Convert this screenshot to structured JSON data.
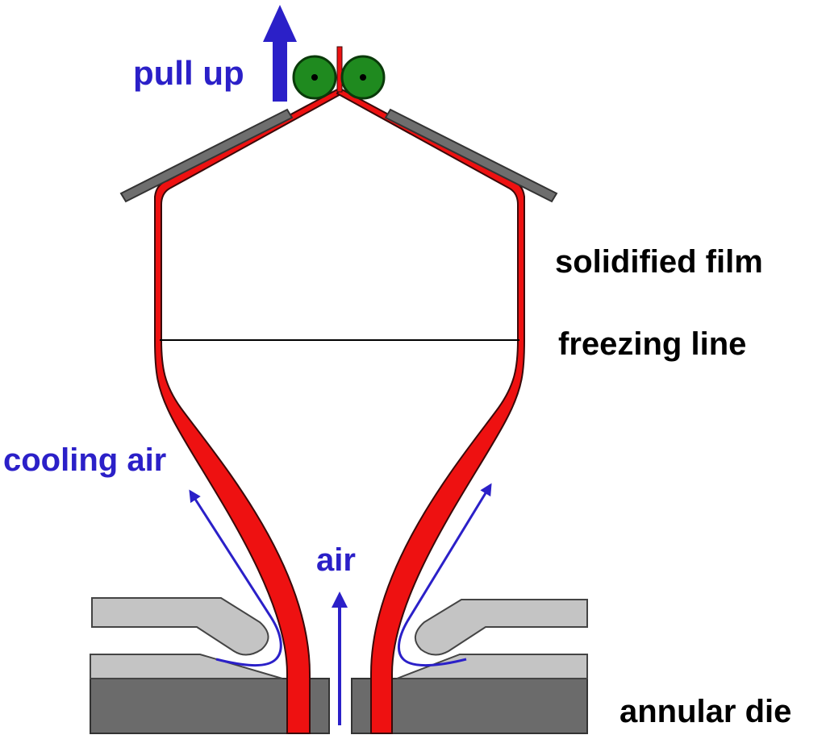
{
  "labels": {
    "pull_up": "pull up",
    "solidified_film": "solidified film",
    "freezing_line": "freezing line",
    "cooling_air": "cooling air",
    "air": "air",
    "annular_die": "annular die"
  },
  "colors": {
    "film_red": "#ee1111",
    "film_outline": "#3a0a0a",
    "roller_green": "#1f8a1f",
    "arrow_blue": "#2b20c8",
    "die_dark_gray": "#6b6b6b",
    "die_light_gray": "#c4c4c4",
    "guide_gray": "#6e6e6e",
    "label_black": "#000000"
  },
  "icons": {
    "pull_up": "up-arrow-icon",
    "rollers": "nip-roller-icon"
  }
}
